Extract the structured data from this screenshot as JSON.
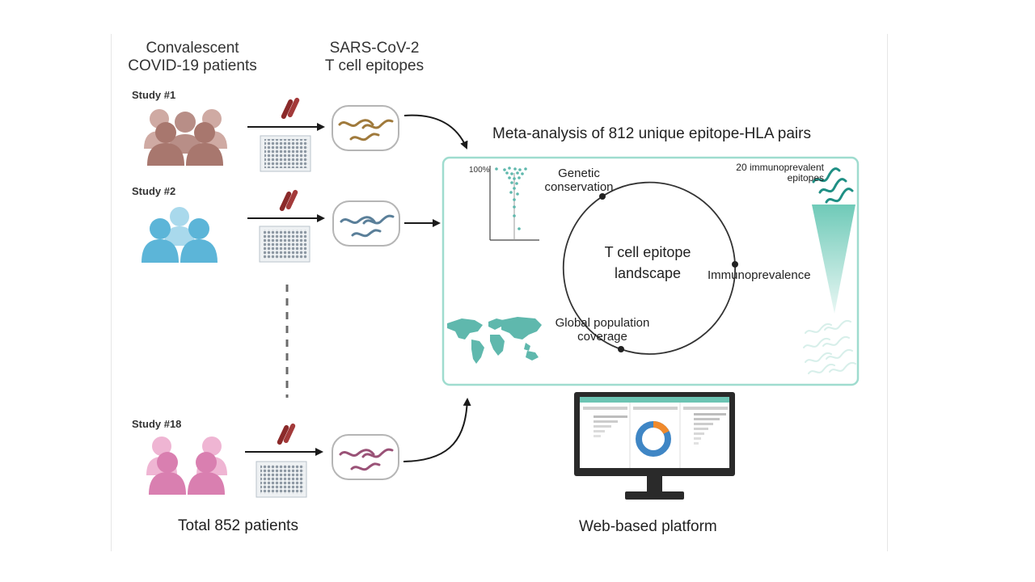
{
  "headers": {
    "patients": "Convalescent\nCOVID-19 patients",
    "epitopes": "SARS-CoV-2\nT cell epitopes"
  },
  "studies": [
    {
      "label": "Study #1",
      "color_dark": "#a8776e",
      "color_light": "#cfaaa3",
      "worm_color": "#a07a3c"
    },
    {
      "label": "Study #2",
      "color_dark": "#5cb5d8",
      "color_light": "#9ed3e8",
      "worm_color": "#5a7f99"
    },
    {
      "label": "Study #18",
      "color_dark": "#d97fb0",
      "color_light": "#efb5d3",
      "worm_color": "#9a5277"
    }
  ],
  "total_patients": "Total 852 patients",
  "meta_title": "Meta-analysis of 812 unique epitope-HLA pairs",
  "panel": {
    "axis_tick": "100%",
    "genetic": "Genetic\nconservation",
    "immuno": "Immunoprevalence",
    "global": "Global population\ncoverage",
    "center": "T cell epitope\nlandscape",
    "top_epitopes": "20 immunoprevalent\nepitopes"
  },
  "platform": "Web-based platform",
  "colors": {
    "teal": "#7fcfbf",
    "teal_dark": "#1f8f84",
    "tube": "#8b2a2a",
    "plate": "#a9b4bd",
    "donut_blue": "#3f86c5",
    "donut_orange": "#f08a2c"
  }
}
